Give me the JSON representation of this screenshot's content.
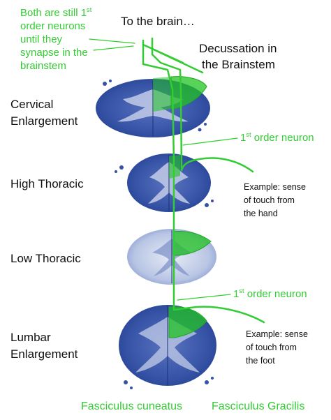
{
  "colors": {
    "green": "#33cc33",
    "tract_fill": "#22c322",
    "tract_stroke": "#1ea81e",
    "tissue_dark": "#2c4a9e",
    "tissue_light": "#c9d3ea",
    "text": "#111111"
  },
  "labels": {
    "first_order_note": {
      "line1": "Both are still 1",
      "line1_sup": "st",
      "line2": "order neurons",
      "line3": "until they",
      "line4": "synapse in the",
      "line5": "brainstem"
    },
    "to_brain": "To the brain…",
    "decussation": {
      "line1": "Decussation in",
      "line2": "the Brainstem"
    },
    "cervical": {
      "line1": "Cervical",
      "line2": "Enlargement"
    },
    "high_thoracic": "High Thoracic",
    "low_thoracic": "Low Thoracic",
    "lumbar": {
      "line1": "Lumbar",
      "line2": "Enlargement"
    },
    "neuron_upper": {
      "prefix": "1",
      "sup": "st",
      "rest": " order neuron"
    },
    "neuron_lower": {
      "prefix": "1",
      "sup": "st",
      "rest": " order neuron"
    },
    "example_hand": {
      "line1": "Example: sense",
      "line2": "of touch from",
      "line3": "the hand"
    },
    "example_foot": {
      "line1": "Example: sense",
      "line2": "of touch from",
      "line3": "the foot"
    },
    "fasciculus_cuneatus": "Fasciculus cuneatus",
    "fasciculus_gracilis": "Fasciculus Gracilis"
  }
}
